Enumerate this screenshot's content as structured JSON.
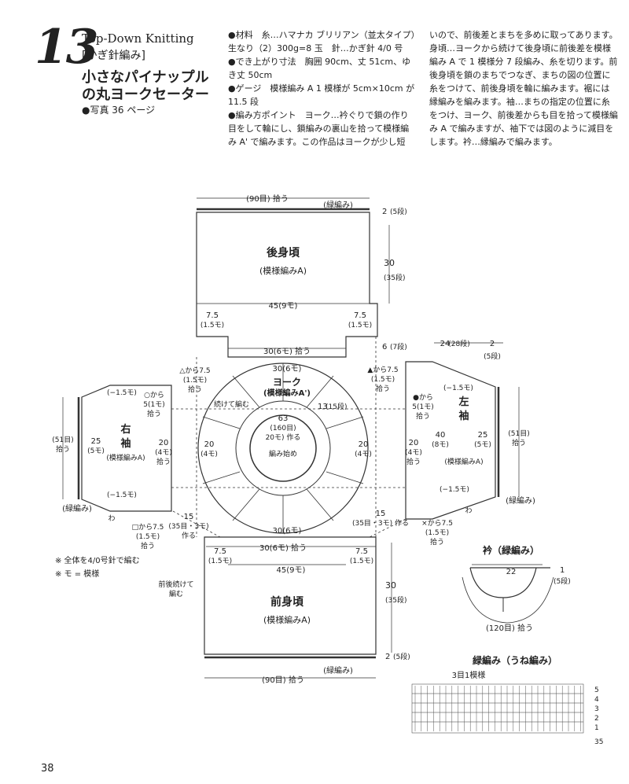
{
  "header": {
    "number": "13",
    "subtitle": "Top-Down Knitting",
    "technique": "[かぎ針編み]",
    "title_line1": "小さなパイナップル",
    "title_line2": "の丸ヨークセーター",
    "photo_ref": "●写真 36 ページ"
  },
  "instructions": {
    "col1": [
      "●材料　糸…ハマナカ ブリリアン（並太タイプ）生なり（2）300g=8 玉　針…かぎ針 4/0 号",
      "●でき上がり寸法　胸囲 90cm、丈 51cm、ゆき丈 50cm",
      "●ゲージ　模様編み A 1 模様が 5cm×10cm が 11.5 段",
      "●編み方ポイント　ヨーク…衿ぐりで鎖の作り目をして輪にし、鎖編みの裏山を拾って模様編み A' で編みます。この作品はヨークが少し短"
    ],
    "col2": "いので、前後差とまちを多めに取ってあります。身頃…ヨークから続けて後身頃に前後差を模様編み A で 1 模様分 7 段編み、糸を切ります。前後身頃を鎖のまちでつなぎ、まちの図の位置に糸をつけて、前後身頃を輪に編みます。裾には縁編みを編みます。袖…まちの指定の位置に糸をつけ、ヨーク、前後差からも目を拾って模様編み A で編みますが、袖下では図のように減目をします。衿…縁編みで編みます。"
  },
  "diagram": {
    "back": {
      "title": "後身頃",
      "pattern": "(模様編みA)",
      "pick_top": "(90目) 拾う",
      "edge_top": "(緑編み)",
      "top_h1": "2",
      "top_h2": "(5段)",
      "height1": "30",
      "height2": "(35段)",
      "width": "45(9モ)",
      "shoulder_l1": "7.5",
      "shoulder_l2": "(1.5モ)",
      "shoulder_r1": "7.5",
      "shoulder_r2": "(1.5モ)",
      "notch": "6",
      "notch2": "(7段)",
      "yoke_join": "30(6モ) 拾う"
    },
    "yoke": {
      "top": "30(6モ)",
      "label": "ヨーク",
      "pattern": "(模様編みA')",
      "neck1": "63",
      "neck2": "(160目)",
      "neck3": "20モ) 作る",
      "start": "編み始め",
      "depth1": "13",
      "depth2": "(15段)",
      "bottom": "30(6モ)",
      "side_l1": "20",
      "side_l2": "(4モ)",
      "side_r1": "20",
      "side_r2": "(4モ)",
      "cont": "続けて編む"
    },
    "right_sleeve": {
      "title1": "右",
      "title2": "袖",
      "pattern": "(模様編みA)",
      "top_dec": "(−1.5モ)",
      "bottom_dec": "(−1.5モ)",
      "pick_tri1": "△から7.5",
      "pick_tri2": "(1.5モ)",
      "pick_tri3": "拾う",
      "pick_o1": "○から",
      "pick_o2": "5(1モ)",
      "pick_o3": "拾う",
      "pick_sq1": "□から7.5",
      "pick_sq2": "(1.5モ)",
      "pick_sq3": "拾う",
      "w1": "25",
      "w2": "(5モ)",
      "cuff1": "(51目)",
      "cuff2": "拾う",
      "edge": "(緑編み)",
      "wa": "わ",
      "mid1": "20",
      "mid2": "(4モ)",
      "mid3": "拾う"
    },
    "left_sleeve": {
      "title1": "左",
      "title2": "袖",
      "pattern": "(模様編みA)",
      "top_dec": "(−1.5モ)",
      "bottom_dec": "(−1.5モ)",
      "pick_tri1": "▲から7.5",
      "pick_tri2": "(1.5モ)",
      "pick_tri3": "拾う",
      "pick_o1": "●から",
      "pick_o2": "5(1モ)",
      "pick_o3": "拾う",
      "pick_x1": "×から7.5",
      "pick_x2": "(1.5モ)",
      "pick_x3": "拾う",
      "len1": "40",
      "len2": "(8モ)",
      "w1": "25",
      "w2": "(5モ)",
      "cuff1": "(51目)",
      "cuff2": "拾う",
      "edge": "(緑編み)",
      "wa": "わ",
      "mid1": "20",
      "mid2": "(4モ)",
      "mid3": "拾う",
      "top_len1": "24",
      "top_len2": "(28段)",
      "top_edge1": "2",
      "top_edge2": "(5段)"
    },
    "front": {
      "title": "前身頃",
      "pattern": "(模様編みA)",
      "pick_bottom": "(90目) 拾う",
      "edge_bottom": "(緑編み)",
      "bot_h1": "2",
      "bot_h2": "(5段)",
      "height1": "30",
      "height2": "(35段)",
      "width": "45(9モ)",
      "shoulder_l1": "7.5",
      "shoulder_l2": "(1.5モ)",
      "shoulder_r1": "7.5",
      "shoulder_r2": "(1.5モ)",
      "yoke_join": "30(6モ) 拾う",
      "gusset_l1": "15",
      "gusset_l2": "(35目・3モ)",
      "gusset_l3": "作る",
      "gusset_r1": "15",
      "gusset_r2": "(35目・3モ) 作る",
      "cont1": "前後続けて",
      "cont2": "編む"
    },
    "collar": {
      "title": "衿（緑編み）",
      "width": "22",
      "h1": "1",
      "h2": "(5段)",
      "pick": "(120目) 拾う"
    },
    "edging": {
      "title": "緑編み（うね編み）",
      "repeat": "3目1模様",
      "rows": [
        "5",
        "4",
        "3",
        "2",
        "1"
      ],
      "end": "35"
    },
    "notes": {
      "n1": "※ 全体を4/0号針で編む",
      "n2": "※ モ = 模様"
    }
  },
  "page_number": "38"
}
